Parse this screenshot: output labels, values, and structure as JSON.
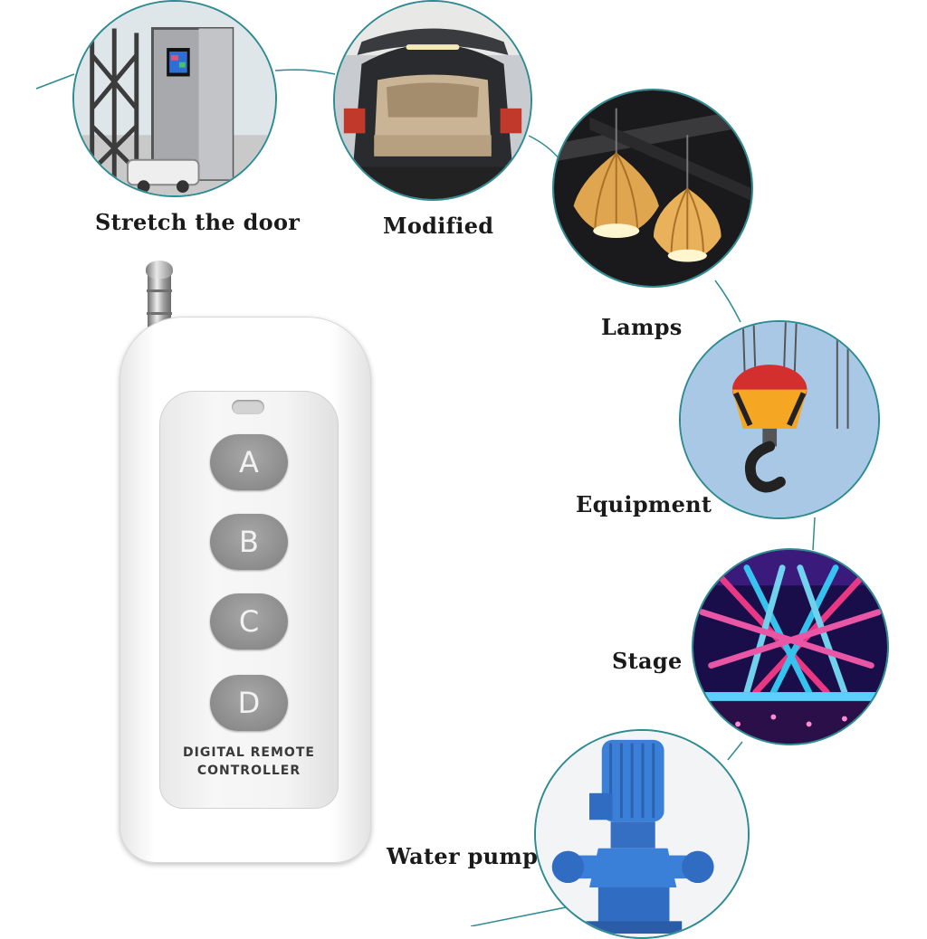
{
  "applications": [
    {
      "name": "stretch-the-door",
      "label": "Stretch the door",
      "icon": "gate-icon"
    },
    {
      "name": "modified",
      "label": "Modified",
      "icon": "car-trunk-icon"
    },
    {
      "name": "lamps",
      "label": "Lamps",
      "icon": "pendant-lamp-icon"
    },
    {
      "name": "equipment",
      "label": "Equipment",
      "icon": "crane-hook-icon"
    },
    {
      "name": "stage",
      "label": "Stage",
      "icon": "stage-lights-icon"
    },
    {
      "name": "water-pump",
      "label": "Water pump",
      "icon": "water-pump-icon"
    }
  ],
  "remote": {
    "buttons": [
      "A",
      "B",
      "C",
      "D"
    ],
    "text_line1": "DIGITAL REMOTE",
    "text_line2": "CONTROLLER"
  },
  "colors": {
    "connector": "#2e8b92",
    "remote_button": "#8f8f8f",
    "remote_body": "#ffffff"
  }
}
